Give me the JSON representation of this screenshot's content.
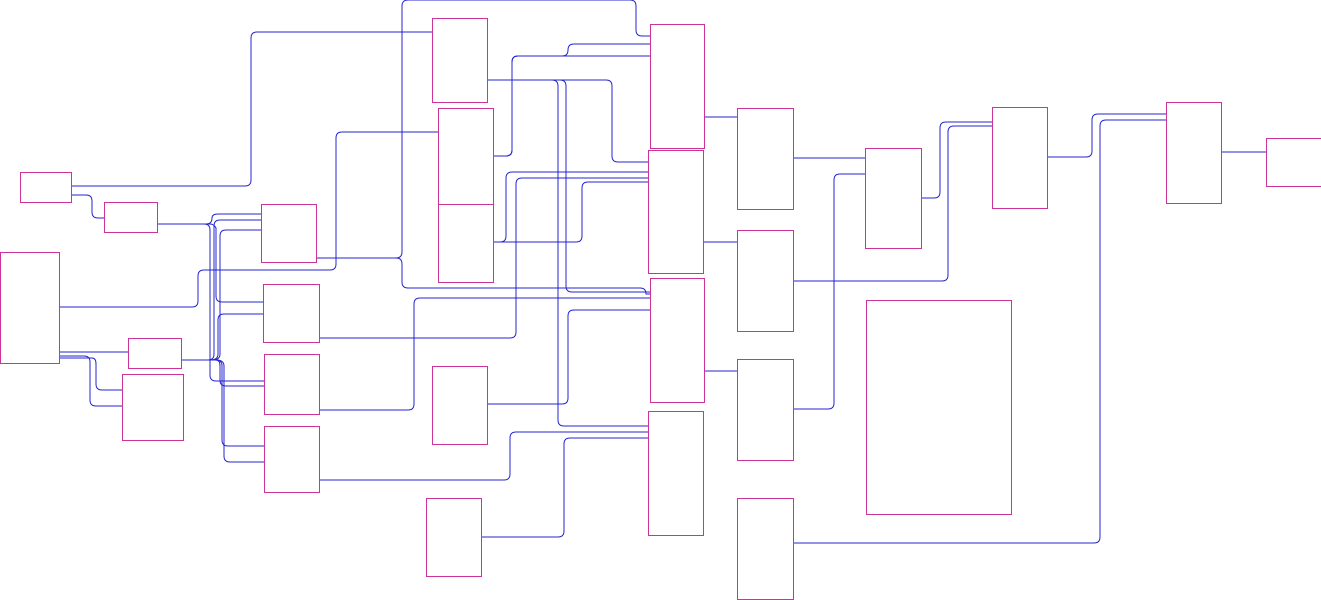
{
  "colors": {
    "node_stroke": "#cc3399",
    "wire_stroke": "#2424cc",
    "background": "#ffffff"
  },
  "diagram": {
    "type": "block-diagram",
    "node_count": 31,
    "wire_count": 46,
    "labels": []
  }
}
